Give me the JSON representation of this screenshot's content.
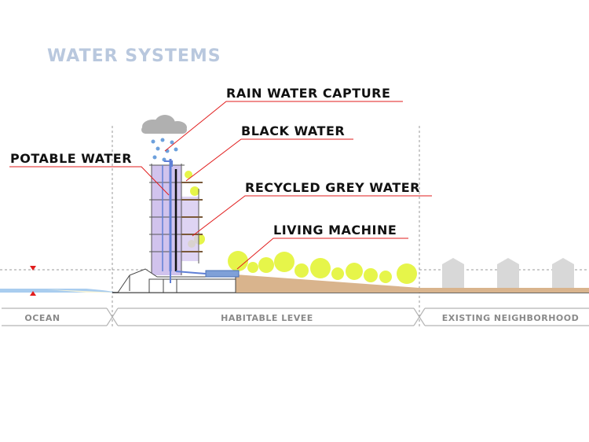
{
  "title": "WATER SYSTEMS",
  "callouts": {
    "rain_water_capture": "RAIN WATER CAPTURE",
    "black_water": "BLACK WATER",
    "potable_water": "POTABLE WATER",
    "recycled_grey_water": "RECYCLED GREY WATER",
    "living_machine": "LIVING MACHINE"
  },
  "zones": {
    "ocean": "OCEAN",
    "habitable_levee": "HABITABLE LEVEE",
    "existing_neighborhood": "EXISTING NEIGHBORHOOD"
  },
  "colors": {
    "title": "#b9c8de",
    "callout_line": "#e11d1d",
    "potable_water": "#c9b8ea",
    "pipe": "#5f7fd6",
    "vegetation": "#e6f54a",
    "levee_soil": "#d9b48d",
    "ocean": "#a9cdef",
    "existing_houses": "#d8d8d8",
    "cloud": "#b0b0b0",
    "rain_drops": "#6da0dc"
  }
}
